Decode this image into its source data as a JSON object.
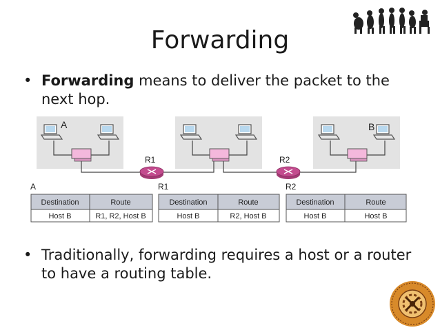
{
  "slide": {
    "title": "Forwarding",
    "bullet1": {
      "bold": "Forwarding",
      "rest": " means to deliver the packet to the next hop."
    },
    "bullet2": {
      "text": "Traditionally, forwarding requires a host or a router to have a routing table."
    },
    "bullet_glyph": "•"
  },
  "diagram": {
    "host_a_label": "A",
    "host_b_label": "B",
    "router1_label": "R1",
    "router2_label": "R2",
    "tables": [
      {
        "name": "A",
        "headers": [
          "Destination",
          "Route"
        ],
        "rows": [
          [
            "Host B",
            "R1, R2, Host B"
          ]
        ]
      },
      {
        "name": "R1",
        "headers": [
          "Destination",
          "Route"
        ],
        "rows": [
          [
            "Host B",
            "R2, Host B"
          ]
        ]
      },
      {
        "name": "R2",
        "headers": [
          "Destination",
          "Route"
        ],
        "rows": [
          [
            "Host B",
            "Host B"
          ]
        ]
      }
    ]
  },
  "colors": {
    "table_header": "#c8ccd6",
    "network_bg": "#e3e3e3",
    "switch": "#f4b8dc",
    "router": "#c34b8e",
    "seal": "#d88a2a"
  },
  "icons": [
    "evolution-silhouette-icon",
    "laptop-icon",
    "switch-icon",
    "router-icon",
    "college-seal-icon"
  ]
}
